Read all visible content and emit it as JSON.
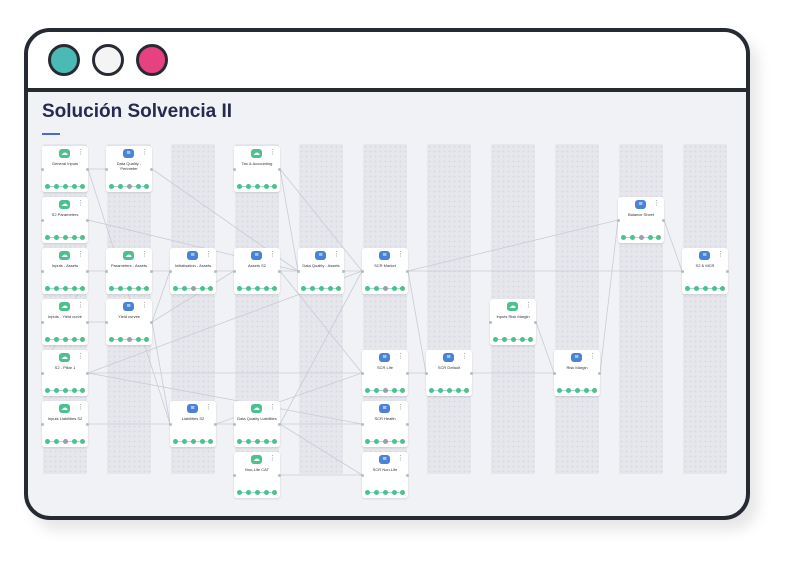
{
  "window": {
    "dots": [
      {
        "name": "teal-dot",
        "color": "#4bb9b4"
      },
      {
        "name": "white-dot",
        "color": "#f4f4f4"
      },
      {
        "name": "pink-dot",
        "color": "#e8417f"
      }
    ]
  },
  "page": {
    "title": "Solución Solvencia II"
  },
  "colors": {
    "accent": "#4a6ad0",
    "node_green": "#4cc08e",
    "node_blue": "#4a82d8"
  },
  "nodes": [
    {
      "id": "n1",
      "label": "General Inputs",
      "icon": "cloud-icon",
      "color": "green"
    },
    {
      "id": "n2",
      "label": "Data Quality - Perimeter",
      "icon": "database-icon",
      "color": "blue"
    },
    {
      "id": "n3",
      "label": "Tax & Accounting",
      "icon": "cloud-icon",
      "color": "green"
    },
    {
      "id": "n4",
      "label": "S2 Parameters",
      "icon": "cloud-icon",
      "color": "green"
    },
    {
      "id": "n5",
      "label": "Balance Sheet",
      "icon": "database-icon",
      "color": "blue"
    },
    {
      "id": "n6",
      "label": "Inputs - Assets",
      "icon": "cloud-icon",
      "color": "green"
    },
    {
      "id": "n7",
      "label": "Parameters - Assets",
      "icon": "cloud-icon",
      "color": "green"
    },
    {
      "id": "n8",
      "label": "Initialisation - Assets",
      "icon": "database-icon",
      "color": "blue"
    },
    {
      "id": "n9",
      "label": "Assets S2",
      "icon": "database-icon",
      "color": "blue"
    },
    {
      "id": "n10",
      "label": "Data Quality - Assets",
      "icon": "database-icon",
      "color": "blue"
    },
    {
      "id": "n11",
      "label": "SCR Market",
      "icon": "database-icon",
      "color": "blue"
    },
    {
      "id": "n12",
      "label": "S2 & MCR",
      "icon": "database-icon",
      "color": "blue"
    },
    {
      "id": "n13",
      "label": "Inputs - Yield curve",
      "icon": "cloud-icon",
      "color": "green"
    },
    {
      "id": "n14",
      "label": "Yield curves",
      "icon": "database-icon",
      "color": "blue"
    },
    {
      "id": "n15",
      "label": "Inputs Risk Margin",
      "icon": "cloud-icon",
      "color": "green"
    },
    {
      "id": "n16",
      "label": "S2 - Pillar 1",
      "icon": "cloud-icon",
      "color": "green"
    },
    {
      "id": "n17",
      "label": "SCR Life",
      "icon": "database-icon",
      "color": "blue"
    },
    {
      "id": "n18",
      "label": "SCR Default",
      "icon": "database-icon",
      "color": "blue"
    },
    {
      "id": "n19",
      "label": "Risk Margin",
      "icon": "database-icon",
      "color": "blue"
    },
    {
      "id": "n20",
      "label": "Inputs Liabilities S2",
      "icon": "cloud-icon",
      "color": "green"
    },
    {
      "id": "n21",
      "label": "Liabilities S2",
      "icon": "database-icon",
      "color": "blue"
    },
    {
      "id": "n22",
      "label": "Data Quality Liabilities",
      "icon": "cloud-icon",
      "color": "green"
    },
    {
      "id": "n23",
      "label": "SCR Health",
      "icon": "database-icon",
      "color": "blue"
    },
    {
      "id": "n24",
      "label": "Non-Life CAT",
      "icon": "cloud-icon",
      "color": "green"
    },
    {
      "id": "n25",
      "label": "SCR Non-Life",
      "icon": "database-icon",
      "color": "blue"
    }
  ]
}
